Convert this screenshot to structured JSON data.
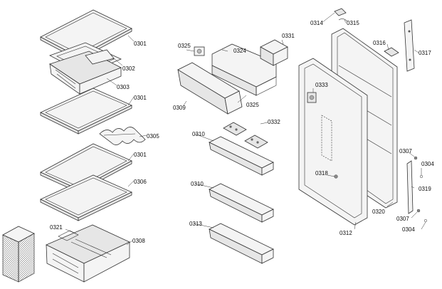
{
  "colors": {
    "background": "#ffffff",
    "stroke": "#333333",
    "text": "#111111"
  },
  "callouts": [
    {
      "id": "0301a",
      "text": "0301"
    },
    {
      "id": "0302",
      "text": "0302"
    },
    {
      "id": "0303",
      "text": "0303"
    },
    {
      "id": "0301b",
      "text": "0301"
    },
    {
      "id": "0305",
      "text": "0305"
    },
    {
      "id": "0301c",
      "text": "0301"
    },
    {
      "id": "0306",
      "text": "0306"
    },
    {
      "id": "0321",
      "text": "0321"
    },
    {
      "id": "0308",
      "text": "0308"
    },
    {
      "id": "0325a",
      "text": "0325"
    },
    {
      "id": "0324",
      "text": "0324"
    },
    {
      "id": "0331",
      "text": "0331"
    },
    {
      "id": "0309",
      "text": "0309"
    },
    {
      "id": "0325b",
      "text": "0325"
    },
    {
      "id": "0310a",
      "text": "0310"
    },
    {
      "id": "0332",
      "text": "0332"
    },
    {
      "id": "0310b",
      "text": "0310"
    },
    {
      "id": "0313",
      "text": "0313"
    },
    {
      "id": "0314",
      "text": "0314"
    },
    {
      "id": "0315",
      "text": "0315"
    },
    {
      "id": "0316",
      "text": "0316"
    },
    {
      "id": "0317",
      "text": "0317"
    },
    {
      "id": "0333",
      "text": "0333"
    },
    {
      "id": "0318",
      "text": "0318"
    },
    {
      "id": "0307a",
      "text": "0307"
    },
    {
      "id": "0304a",
      "text": "0304"
    },
    {
      "id": "0319",
      "text": "0319"
    },
    {
      "id": "0320",
      "text": "0320"
    },
    {
      "id": "0307b",
      "text": "0307"
    },
    {
      "id": "0304b",
      "text": "0304"
    },
    {
      "id": "0312",
      "text": "0312"
    }
  ]
}
